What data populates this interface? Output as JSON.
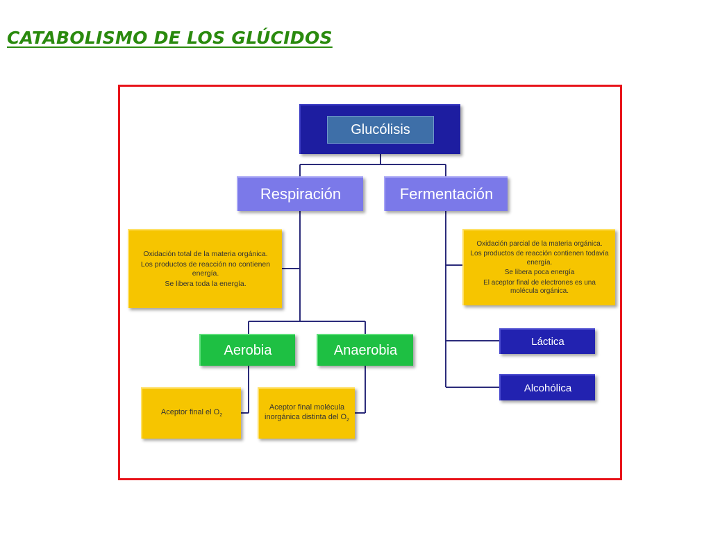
{
  "title": "CATABOLISMO DE LOS GLÚCIDOS",
  "diagram": {
    "root": "Glucólisis",
    "respiration": {
      "label": "Respiración",
      "info": [
        "Oxidación total de la materia orgánica.",
        "Los productos de reacción no contienen energía.",
        "Se libera toda la energía."
      ],
      "aerobic": {
        "label": "Aerobia",
        "info": "Aceptor final el O",
        "info_sub": "2"
      },
      "anaerobic": {
        "label": "Anaerobia",
        "info": "Aceptor final molécula inorgánica distinta del O",
        "info_sub": "2"
      }
    },
    "fermentation": {
      "label": "Fermentación",
      "info": [
        "Oxidación parcial de la materia orgánica.",
        "Los productos de reacción contienen todavía energía.",
        "Se libera poca energía",
        "El aceptor final de electrones es una molécula orgánica."
      ],
      "types": [
        "Láctica",
        "Alcohólica"
      ]
    }
  },
  "colors": {
    "title": "#2a8a0e",
    "frame": "#e8141a",
    "root": "#1d1da0",
    "level1": "#7b79e9",
    "level2_green": "#1ec043",
    "fermentation_types": "#2222b0",
    "info_boxes": "#f6c500",
    "connectors": "#2b2b7a"
  }
}
